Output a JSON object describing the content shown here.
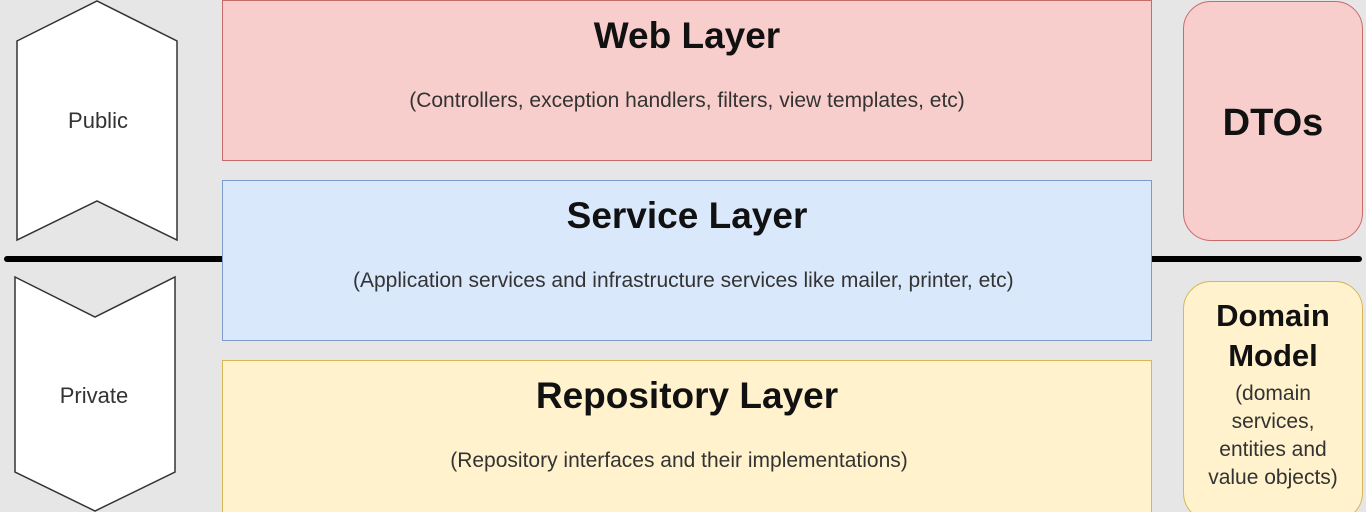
{
  "visibility": {
    "public_label": "Public",
    "private_label": "Private"
  },
  "layers": {
    "web": {
      "title": "Web Layer",
      "description": "(Controllers, exception handlers, filters, view templates, etc)"
    },
    "service": {
      "title": "Service Layer",
      "description": "(Application services and infrastructure services like mailer, printer, etc)"
    },
    "repository": {
      "title": "Repository Layer",
      "description": "(Repository interfaces and their implementations)"
    }
  },
  "side_boxes": {
    "dtos": {
      "title": "DTOs"
    },
    "domain_model": {
      "title_line1": "Domain",
      "title_line2": "Model",
      "desc_line1": "(domain",
      "desc_line2": "services,",
      "desc_line3": "entities and",
      "desc_line4": "value objects)"
    }
  },
  "colors": {
    "web_fill": "#f8cecc",
    "service_fill": "#dae8fc",
    "repository_fill": "#fff2cc",
    "background": "#e6e6e6"
  }
}
